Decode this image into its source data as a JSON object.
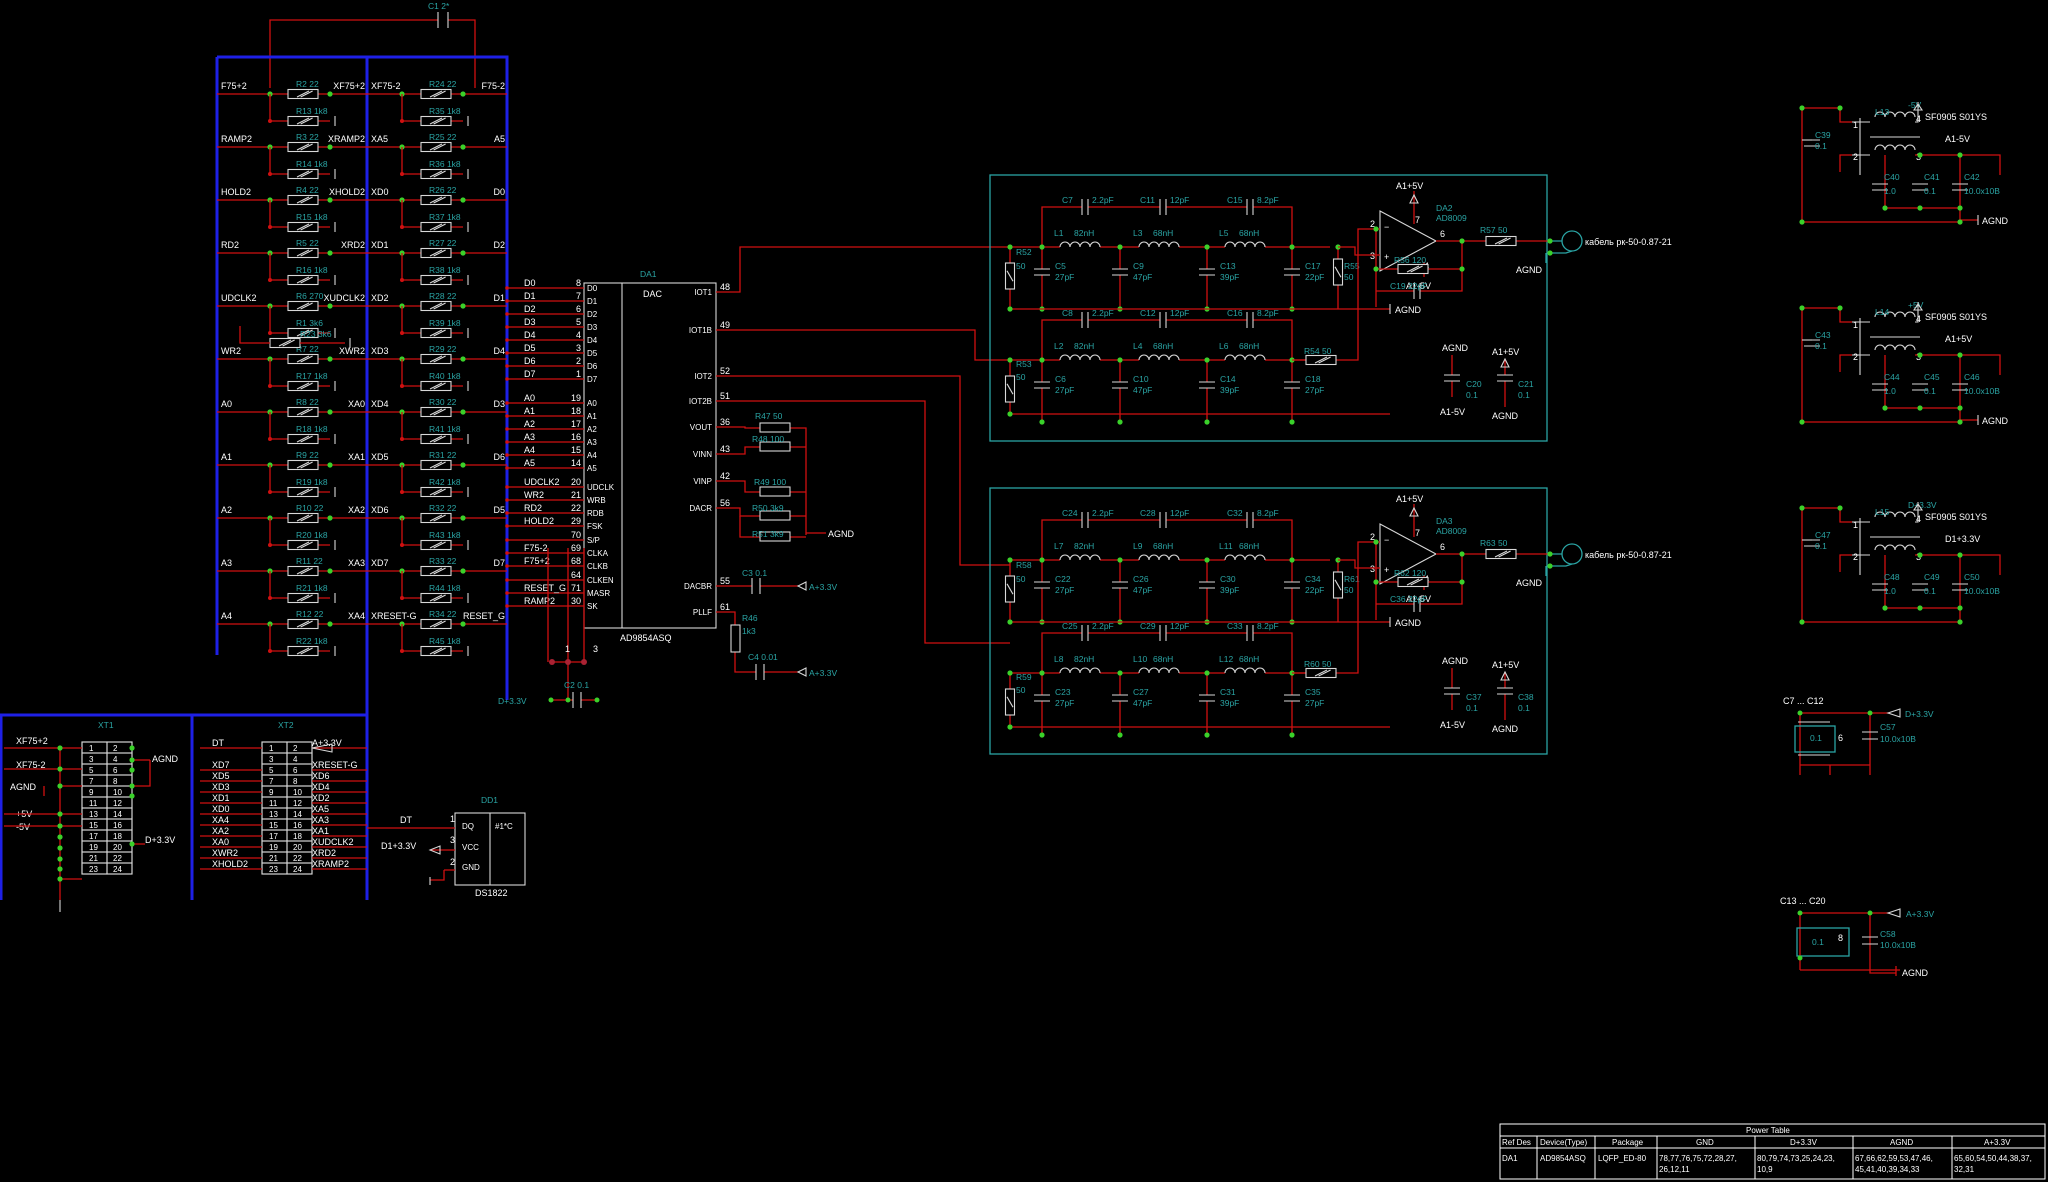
{
  "schematic": {
    "top_cap": "C1 2*",
    "res_left": [
      {
        "net_l": "F75+2",
        "net_r": "XF75+2",
        "r1": "R2  22",
        "r2": "R13  1k8"
      },
      {
        "net_l": "RAMP2",
        "net_r": "XRAMP2",
        "r1": "R3  22",
        "r2": "R14  1k8"
      },
      {
        "net_l": "HOLD2",
        "net_r": "XHOLD2",
        "r1": "R4  22",
        "r2": "R15  1k8"
      },
      {
        "net_l": "RD2",
        "net_r": "XRD2",
        "r1": "R5  22",
        "r2": "R16  1k8"
      },
      {
        "net_l": "UDCLK2",
        "net_r": "XUDCLK2",
        "r1": "R6  270",
        "r2": "R1  3k6"
      },
      {
        "net_l": "WR2",
        "net_r": "XWR2",
        "r1": "R7  22",
        "r2": "R17  1k8"
      },
      {
        "net_l": "A0",
        "net_r": "XA0",
        "r1": "R8  22",
        "r2": "R18  1k8"
      },
      {
        "net_l": "A1",
        "net_r": "XA1",
        "r1": "R9  22",
        "r2": "R19  1k8"
      },
      {
        "net_l": "A2",
        "net_r": "XA2",
        "r1": "R10  22",
        "r2": "R20  1k8"
      },
      {
        "net_l": "A3",
        "net_r": "XA3",
        "r1": "R11  22",
        "r2": "R21  1k8"
      },
      {
        "net_l": "A4",
        "net_r": "XA4",
        "r1": "R12  22",
        "r2": "R22  1k8"
      }
    ],
    "res_udclk_extra": "R23  3k6",
    "res_right": [
      {
        "net_l": "XF75-2",
        "net_r": "F75-2",
        "r1": "R24  22",
        "r2": "R35  1k8"
      },
      {
        "net_l": "XA5",
        "net_r": "A5",
        "r1": "R25  22",
        "r2": "R36  1k8"
      },
      {
        "net_l": "XD0",
        "net_r": "D0",
        "r1": "R26  22",
        "r2": "R37  1k8"
      },
      {
        "net_l": "XD1",
        "net_r": "D2",
        "r1": "R27  22",
        "r2": "R38  1k8"
      },
      {
        "net_l": "XD2",
        "net_r": "D1",
        "r1": "R28  22",
        "r2": "R39  1k8"
      },
      {
        "net_l": "XD3",
        "net_r": "D4",
        "r1": "R29  22",
        "r2": "R40  1k8"
      },
      {
        "net_l": "XD4",
        "net_r": "D3",
        "r1": "R30  22",
        "r2": "R41  1k8"
      },
      {
        "net_l": "XD5",
        "net_r": "D6",
        "r1": "R31  22",
        "r2": "R42  1k8"
      },
      {
        "net_l": "XD6",
        "net_r": "D5",
        "r1": "R32  22",
        "r2": "R43  1k8"
      },
      {
        "net_l": "XD7",
        "net_r": "D7",
        "r1": "R33  22",
        "r2": "R44  1k8"
      },
      {
        "net_l": "XRESET-G",
        "net_r": "RESET_G",
        "r1": "R34  22",
        "r2": "R45  1k8"
      }
    ],
    "dac": {
      "ref": "DA1",
      "part": "AD9854ASQ",
      "title": "DAC",
      "left_pins": [
        {
          "net": "D0",
          "num": "8",
          "name": "D0"
        },
        {
          "net": "D1",
          "num": "7",
          "name": "D1"
        },
        {
          "net": "D2",
          "num": "6",
          "name": "D2"
        },
        {
          "net": "D3",
          "num": "5",
          "name": "D3"
        },
        {
          "net": "D4",
          "num": "4",
          "name": "D4"
        },
        {
          "net": "D5",
          "num": "3",
          "name": "D5"
        },
        {
          "net": "D6",
          "num": "2",
          "name": "D6"
        },
        {
          "net": "D7",
          "num": "1",
          "name": "D7"
        },
        {
          "net": "A0",
          "num": "19",
          "name": "A0"
        },
        {
          "net": "A1",
          "num": "18",
          "name": "A1"
        },
        {
          "net": "A2",
          "num": "17",
          "name": "A2"
        },
        {
          "net": "A3",
          "num": "16",
          "name": "A3"
        },
        {
          "net": "A4",
          "num": "15",
          "name": "A4"
        },
        {
          "net": "A5",
          "num": "14",
          "name": "A5"
        },
        {
          "net": "UDCLK2",
          "num": "20",
          "name": "UDCLK"
        },
        {
          "net": "WR2",
          "num": "21",
          "name": "WRB"
        },
        {
          "net": "RD2",
          "num": "22",
          "name": "RDB"
        },
        {
          "net": "HOLD2",
          "num": "29",
          "name": "FSK"
        },
        {
          "net": "",
          "num": "70",
          "name": "S/P"
        },
        {
          "net": "F75-2",
          "num": "69",
          "name": "CLKA"
        },
        {
          "net": "F75+2",
          "num": "68",
          "name": "CLKB"
        },
        {
          "net": "",
          "num": "64",
          "name": "CLKEN"
        },
        {
          "net": "RESET_G",
          "num": "71",
          "name": "MASR"
        },
        {
          "net": "RAMP2",
          "num": "30",
          "name": "SK"
        }
      ],
      "right_pins": [
        {
          "num": "48",
          "name": "IOT1"
        },
        {
          "num": "49",
          "name": "IOT1B"
        },
        {
          "num": "52",
          "name": "IOT2"
        },
        {
          "num": "51",
          "name": "IOT2B"
        },
        {
          "num": "36",
          "name": "VOUT"
        },
        {
          "num": "43",
          "name": "VINN"
        },
        {
          "num": "42",
          "name": "VINP"
        },
        {
          "num": "56",
          "name": "DACR"
        },
        {
          "num": "55",
          "name": "DACBR"
        },
        {
          "num": "61",
          "name": "PLLF"
        }
      ]
    },
    "dac_aux": {
      "r47": "R47  50",
      "r48": "R48  100",
      "r49": "R49  100",
      "r50": "R50  3k9",
      "r51": "R51  3k9",
      "agnd": "AGND",
      "c3": "C3  0.1",
      "a33_c3": "A+3.3V",
      "r46": "R46",
      "r46_val": "1k3",
      "c4": "C4  0.01",
      "a33_c4": "A+3.3V",
      "c2": "C2  0.1",
      "d33": "D+3.3V",
      "jp1": "1",
      "jp3": "3"
    },
    "filters": [
      {
        "caps_top": [
          {
            "name": "C7",
            "val": "2.2pF"
          },
          {
            "name": "C11",
            "val": "12pF"
          },
          {
            "name": "C15",
            "val": "8.2pF"
          }
        ],
        "inductors_top": [
          {
            "name": "L1",
            "val": "82nH"
          },
          {
            "name": "L3",
            "val": "68nH"
          },
          {
            "name": "L5",
            "val": "68nH"
          }
        ],
        "shunt_top": [
          {
            "name": "C5",
            "val": "27pF"
          },
          {
            "name": "C9",
            "val": "47pF"
          },
          {
            "name": "C13",
            "val": "39pF"
          },
          {
            "name": "C17",
            "val": "22pF"
          }
        ],
        "caps_bot": [
          {
            "name": "C8",
            "val": "2.2pF"
          },
          {
            "name": "C12",
            "val": "12pF"
          },
          {
            "name": "C16",
            "val": "8.2pF"
          }
        ],
        "inductors_bot": [
          {
            "name": "L2",
            "val": "82nH"
          },
          {
            "name": "L4",
            "val": "68nH"
          },
          {
            "name": "L6",
            "val": "68nH"
          }
        ],
        "shunt_bot": [
          {
            "name": "C6",
            "val": "27pF"
          },
          {
            "name": "C10",
            "val": "47pF"
          },
          {
            "name": "C14",
            "val": "39pF"
          },
          {
            "name": "C18",
            "val": "27pF"
          }
        ],
        "r_in_top": "R52",
        "r_in_top_val": "50",
        "r_in_bot": "R53",
        "r_in_bot_val": "50",
        "r_mid": "R55",
        "r_mid_val": "50",
        "r_series_bot": "R54  50",
        "r_fb": "R56  120",
        "c_fb": "C19  22pF",
        "amp_ref": "DA2",
        "amp_part": "AD8009",
        "amp_pos": "A1+5V",
        "amp_neg": "A1-5V",
        "r_out": "R57  50",
        "cable": "кабель рк-50-0.87-21",
        "agnd_out": "AGND",
        "agnd_mid": "AGND",
        "agnd_gnd": "AGND",
        "c_dec1": "C20",
        "c_dec1_val": "0.1",
        "c_dec2": "C21",
        "c_dec2_val": "0.1",
        "dec_pos": "A1+5V",
        "dec_neg": "A1-5V",
        "dec_agnd": "AGND"
      },
      {
        "caps_top": [
          {
            "name": "C24",
            "val": "2.2pF"
          },
          {
            "name": "C28",
            "val": "12pF"
          },
          {
            "name": "C32",
            "val": "8.2pF"
          }
        ],
        "inductors_top": [
          {
            "name": "L7",
            "val": "82nH"
          },
          {
            "name": "L9",
            "val": "68nH"
          },
          {
            "name": "L11",
            "val": "68nH"
          }
        ],
        "shunt_top": [
          {
            "name": "C22",
            "val": "27pF"
          },
          {
            "name": "C26",
            "val": "47pF"
          },
          {
            "name": "C30",
            "val": "39pF"
          },
          {
            "name": "C34",
            "val": "22pF"
          }
        ],
        "caps_bot": [
          {
            "name": "C25",
            "val": "2.2pF"
          },
          {
            "name": "C29",
            "val": "12pF"
          },
          {
            "name": "C33",
            "val": "8.2pF"
          }
        ],
        "inductors_bot": [
          {
            "name": "L8",
            "val": "82nH"
          },
          {
            "name": "L10",
            "val": "68nH"
          },
          {
            "name": "L12",
            "val": "68nH"
          }
        ],
        "shunt_bot": [
          {
            "name": "C23",
            "val": "27pF"
          },
          {
            "name": "C27",
            "val": "47pF"
          },
          {
            "name": "C31",
            "val": "39pF"
          },
          {
            "name": "C35",
            "val": "27pF"
          }
        ],
        "r_in_top": "R58",
        "r_in_top_val": "50",
        "r_in_bot": "R59",
        "r_in_bot_val": "50",
        "r_mid": "R61",
        "r_mid_val": "50",
        "r_series_bot": "R60  50",
        "r_fb": "R62  120",
        "c_fb": "C36  22pF",
        "amp_ref": "DA3",
        "amp_part": "AD8009",
        "amp_pos": "A1+5V",
        "amp_neg": "A1-5V",
        "r_out": "R63  50",
        "cable": "кабель рк-50-0.87-21",
        "agnd_out": "AGND",
        "agnd_mid": "AGND",
        "agnd_gnd": "AGND",
        "c_dec1": "C37",
        "c_dec1_val": "0.1",
        "c_dec2": "C38",
        "c_dec2_val": "0.1",
        "dec_pos": "A1+5V",
        "dec_neg": "A1-5V",
        "dec_agnd": "AGND"
      }
    ],
    "power_filters": [
      {
        "rail": "-5V",
        "out": "A1-5V",
        "lref": "L13",
        "part": "SF0905 S01YS",
        "c_in": "C39",
        "c_in_val": "0.1",
        "c_a": "C40",
        "c_a_val": "1.0",
        "c_b": "C41",
        "c_b_val": "0.1",
        "c_c": "C42",
        "c_c_val": "10.0x10B",
        "agnd": "AGND"
      },
      {
        "rail": "+5V",
        "out": "A1+5V",
        "lref": "L14",
        "part": "SF0905 S01YS",
        "c_in": "C43",
        "c_in_val": "0.1",
        "c_a": "C44",
        "c_a_val": "1.0",
        "c_b": "C45",
        "c_b_val": "0.1",
        "c_c": "C46",
        "c_c_val": "10.0x10B",
        "agnd": "AGND"
      },
      {
        "rail": "D+3.3V",
        "out": "D1+3.3V",
        "lref": "L15",
        "part": "SF0905 S01YS",
        "c_in": "C47",
        "c_in_val": "0.1",
        "c_a": "C48",
        "c_a_val": "1.0",
        "c_b": "C49",
        "c_b_val": "0.1",
        "c_c": "C50",
        "c_c_val": "10.0x10B",
        "agnd": ""
      }
    ],
    "cap_group1": {
      "title": "C7 ... C12",
      "rail": "D+3.3V",
      "c_small": "0.1",
      "count": "6",
      "c_big": "C57",
      "c_big_val": "10.0x10B"
    },
    "cap_group2": {
      "title": "C13 ... C20",
      "rail": "A+3.3V",
      "c_small": "0.1",
      "count": "8",
      "c_big": "C58",
      "c_big_val": "10.0x10B",
      "agnd": "AGND"
    },
    "xt1": {
      "title": "XT1",
      "rows": [
        {
          "l": "1",
          "r": "2"
        },
        {
          "l": "3",
          "r": "4"
        },
        {
          "l": "5",
          "r": "6"
        },
        {
          "l": "7",
          "r": "8"
        },
        {
          "l": "9",
          "r": "10"
        },
        {
          "l": "11",
          "r": "12"
        },
        {
          "l": "13",
          "r": "14"
        },
        {
          "l": "15",
          "r": "16"
        },
        {
          "l": "17",
          "r": "18"
        },
        {
          "l": "19",
          "r": "20"
        },
        {
          "l": "21",
          "r": "22"
        },
        {
          "l": "23",
          "r": "24"
        }
      ],
      "labels": {
        "xf75p": "XF75+2",
        "xf75m": "XF75-2",
        "agnd_l": "AGND",
        "agnd_r": "AGND",
        "p5": "+5V",
        "m5": "-5V",
        "d33": "D+3.3V"
      }
    },
    "xt2": {
      "title": "XT2",
      "left_nets": [
        "DT",
        "XD7",
        "XD5",
        "XD3",
        "XD1",
        "XD0",
        "XA4",
        "XA2",
        "XA0",
        "XWR2",
        "XHOLD2"
      ],
      "right_nets": [
        "A+3.3V",
        "XRESET-G",
        "XD6",
        "XD4",
        "XD2",
        "XA5",
        "XA3",
        "XA1",
        "XUDCLK2",
        "XRD2",
        "XRAMP2"
      ],
      "rows": [
        {
          "l": "1",
          "r": "2"
        },
        {
          "l": "3",
          "r": "4"
        },
        {
          "l": "5",
          "r": "6"
        },
        {
          "l": "7",
          "r": "8"
        },
        {
          "l": "9",
          "r": "10"
        },
        {
          "l": "11",
          "r": "12"
        },
        {
          "l": "13",
          "r": "14"
        },
        {
          "l": "15",
          "r": "16"
        },
        {
          "l": "17",
          "r": "18"
        },
        {
          "l": "19",
          "r": "20"
        },
        {
          "l": "21",
          "r": "22"
        },
        {
          "l": "23",
          "r": "24"
        }
      ]
    },
    "dd1": {
      "ref": "DD1",
      "part": "DS1822",
      "title": "#1*C",
      "pin_dq": "DQ",
      "pin_vcc": "VCC",
      "pin_gnd": "GND",
      "n1": "1",
      "n3": "3",
      "n2": "2",
      "net_dt": "DT",
      "net_vcc": "D1+3.3V"
    },
    "power_table": {
      "title": "Power Table",
      "headers": [
        "Ref Des",
        "Device(Type)",
        "Package",
        "GND",
        "D+3.3V",
        "AGND",
        "A+3.3V"
      ],
      "row": [
        "DA1",
        "AD9854ASQ",
        "LQFP_ED-80",
        "78,77,76,75,72,28,27, 26,12,11",
        "80,79,74,73,25,24,23, 10,9",
        "67,66,62,59,53,47,46, 45,41,40,39,34,33",
        "65,60,54,50,44,38,37, 32,31"
      ]
    }
  }
}
